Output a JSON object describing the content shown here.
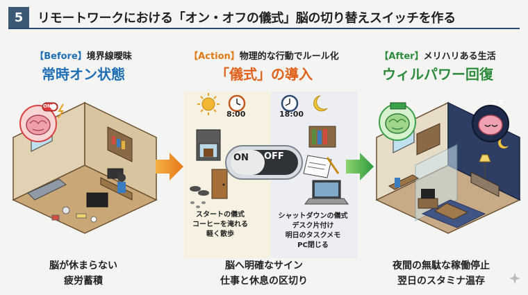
{
  "header": {
    "number": "5",
    "title": "リモートワークにおける「オン・オフの儀式」脳の切り替えスイッチを作る"
  },
  "before": {
    "tag": "【Before】",
    "subtitle": "境界線曖昧",
    "headline": "常時オン状態",
    "badge": "ON",
    "caption_line1": "脳が休まらない",
    "caption_line2": "疲労蓄積"
  },
  "action": {
    "tag": "【Action】",
    "subtitle": "物理的な行動でルール化",
    "headline": "「儀式」の導入",
    "morning_time": "8:00",
    "evening_time": "18:00",
    "switch_on": "ON",
    "switch_off": "OFF",
    "start_ritual": [
      "スタートの儀式",
      "コーヒーを淹れる",
      "軽く散歩"
    ],
    "shutdown_ritual": [
      "シャットダウンの儀式",
      "デスク片付け",
      "明日のタスクメモ",
      "PC閉じる"
    ],
    "caption_line1": "脳へ明確なサイン",
    "caption_line2": "仕事と休息の区切り"
  },
  "after": {
    "tag": "【After】",
    "subtitle": "メリハリある生活",
    "headline": "ウィルパワー回復",
    "sleep_text": "z z",
    "caption_line1": "夜間の無駄な稼働停止",
    "caption_line2": "翌日のスタミナ温存"
  },
  "colors": {
    "accent_blue": "#1e6fb4",
    "accent_orange": "#e07a12",
    "accent_green": "#2c8a3b",
    "header_badge": "#3b5874"
  }
}
